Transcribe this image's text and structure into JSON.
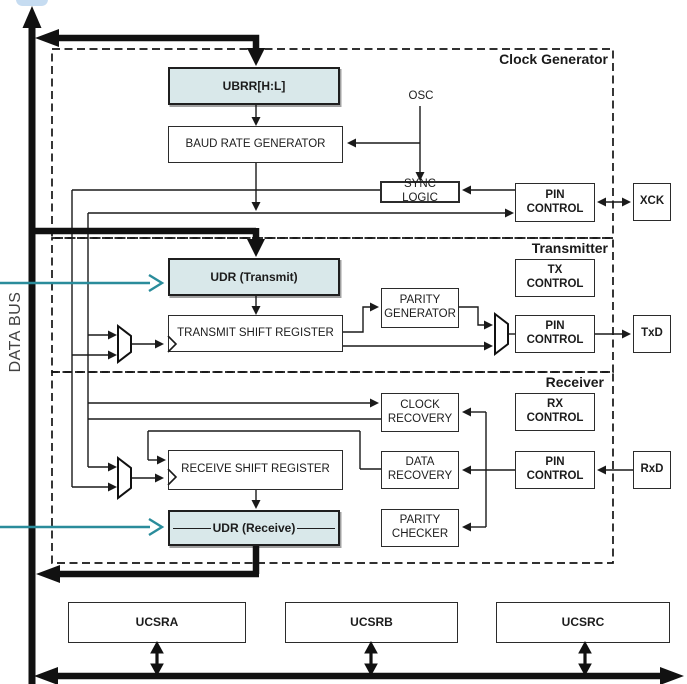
{
  "diagram": {
    "data_bus_label": "DATA BUS",
    "sections": {
      "clock_generator": "Clock Generator",
      "transmitter": "Transmitter",
      "receiver": "Receiver"
    },
    "blocks": {
      "ubrr": "UBRR[H:L]",
      "baud_rate_generator": "BAUD RATE GENERATOR",
      "osc": "OSC",
      "sync_logic": "SYNC LOGIC",
      "pin_control_clock": "PIN CONTROL",
      "xck": "XCK",
      "udr_transmit": "UDR (Transmit)",
      "transmit_shift_register": "TRANSMIT SHIFT REGISTER",
      "parity_generator": "PARITY GENERATOR",
      "tx_control": "TX CONTROL",
      "pin_control_tx": "PIN CONTROL",
      "txd": "TxD",
      "clock_recovery": "CLOCK RECOVERY",
      "rx_control": "RX CONTROL",
      "data_recovery": "DATA RECOVERY",
      "pin_control_rx": "PIN CONTROL",
      "rxd": "RxD",
      "parity_checker": "PARITY CHECKER",
      "receive_shift_register": "RECEIVE SHIFT REGISTER",
      "udr_receive": "UDR (Receive)",
      "ucsra": "UCSRA",
      "ucsrb": "UCSRB",
      "ucsrc": "UCSRC"
    },
    "colors": {
      "accent_teal": "#2A8C9B",
      "shaded_fill": "#D9E8EA",
      "line": "#1A1A1A"
    }
  }
}
